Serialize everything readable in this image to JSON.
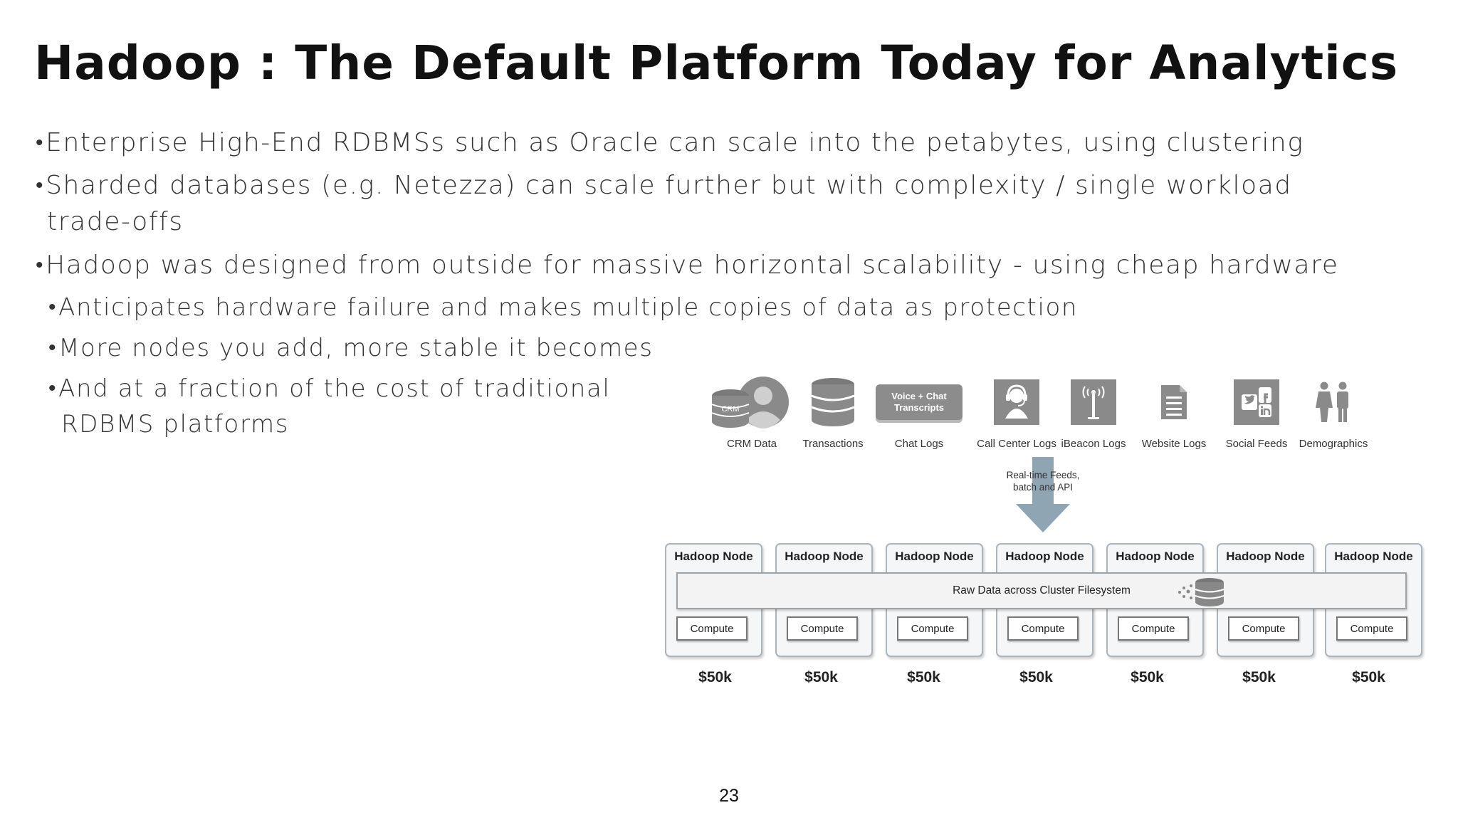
{
  "title": "Hadoop : The Default Platform Today for Analytics",
  "bullets": [
    {
      "text": "Enterprise High-End RDBMSs such as Oracle can scale into the petabytes, using clustering"
    },
    {
      "text": "Sharded databases (e.g. Netezza) can scale further but with complexity / single workload",
      "cont": "trade-offs"
    },
    {
      "text": "Hadoop was designed from outside for massive horizontal scalability - using cheap hardware"
    }
  ],
  "subbullets": [
    {
      "text": "Anticipates hardware failure and makes multiple copies of data as protection"
    },
    {
      "text": "More nodes you add, more stable it becomes"
    },
    {
      "text": "And at a fraction of the cost of traditional",
      "cont": "RDBMS platforms"
    }
  ],
  "diagram": {
    "sources": [
      {
        "label": "CRM Data",
        "icon": "crm-database-person-icon",
        "badge": "CRM"
      },
      {
        "label": "Transactions",
        "icon": "database-icon"
      },
      {
        "label": "Chat Logs",
        "icon": "voice-chat-transcripts-icon",
        "badge_line1": "Voice + Chat",
        "badge_line2": "Transcripts"
      },
      {
        "label": "Call Center Logs",
        "icon": "call-center-agent-icon"
      },
      {
        "label": "iBeacon Logs",
        "icon": "ibeacon-tower-icon"
      },
      {
        "label": "Website Logs",
        "icon": "document-icon"
      },
      {
        "label": "Social Feeds",
        "icon": "social-media-icon"
      },
      {
        "label": "Demographics",
        "icon": "people-icon"
      }
    ],
    "arrow_text_line1": "Real-time Feeds,",
    "arrow_text_line2": "batch and API",
    "node_title": "Hadoop Node",
    "compute_label": "Compute",
    "raw_data_label": "Raw Data across Cluster Filesystem",
    "costs": [
      "$50k",
      "$50k",
      "$50k",
      "$50k",
      "$50k",
      "$50k",
      "$50k"
    ],
    "colors": {
      "arrow": "#8fa5b3",
      "icon_gray": "#8a8a8a",
      "node_border": "#a9b4bd"
    }
  },
  "page_number": "23"
}
